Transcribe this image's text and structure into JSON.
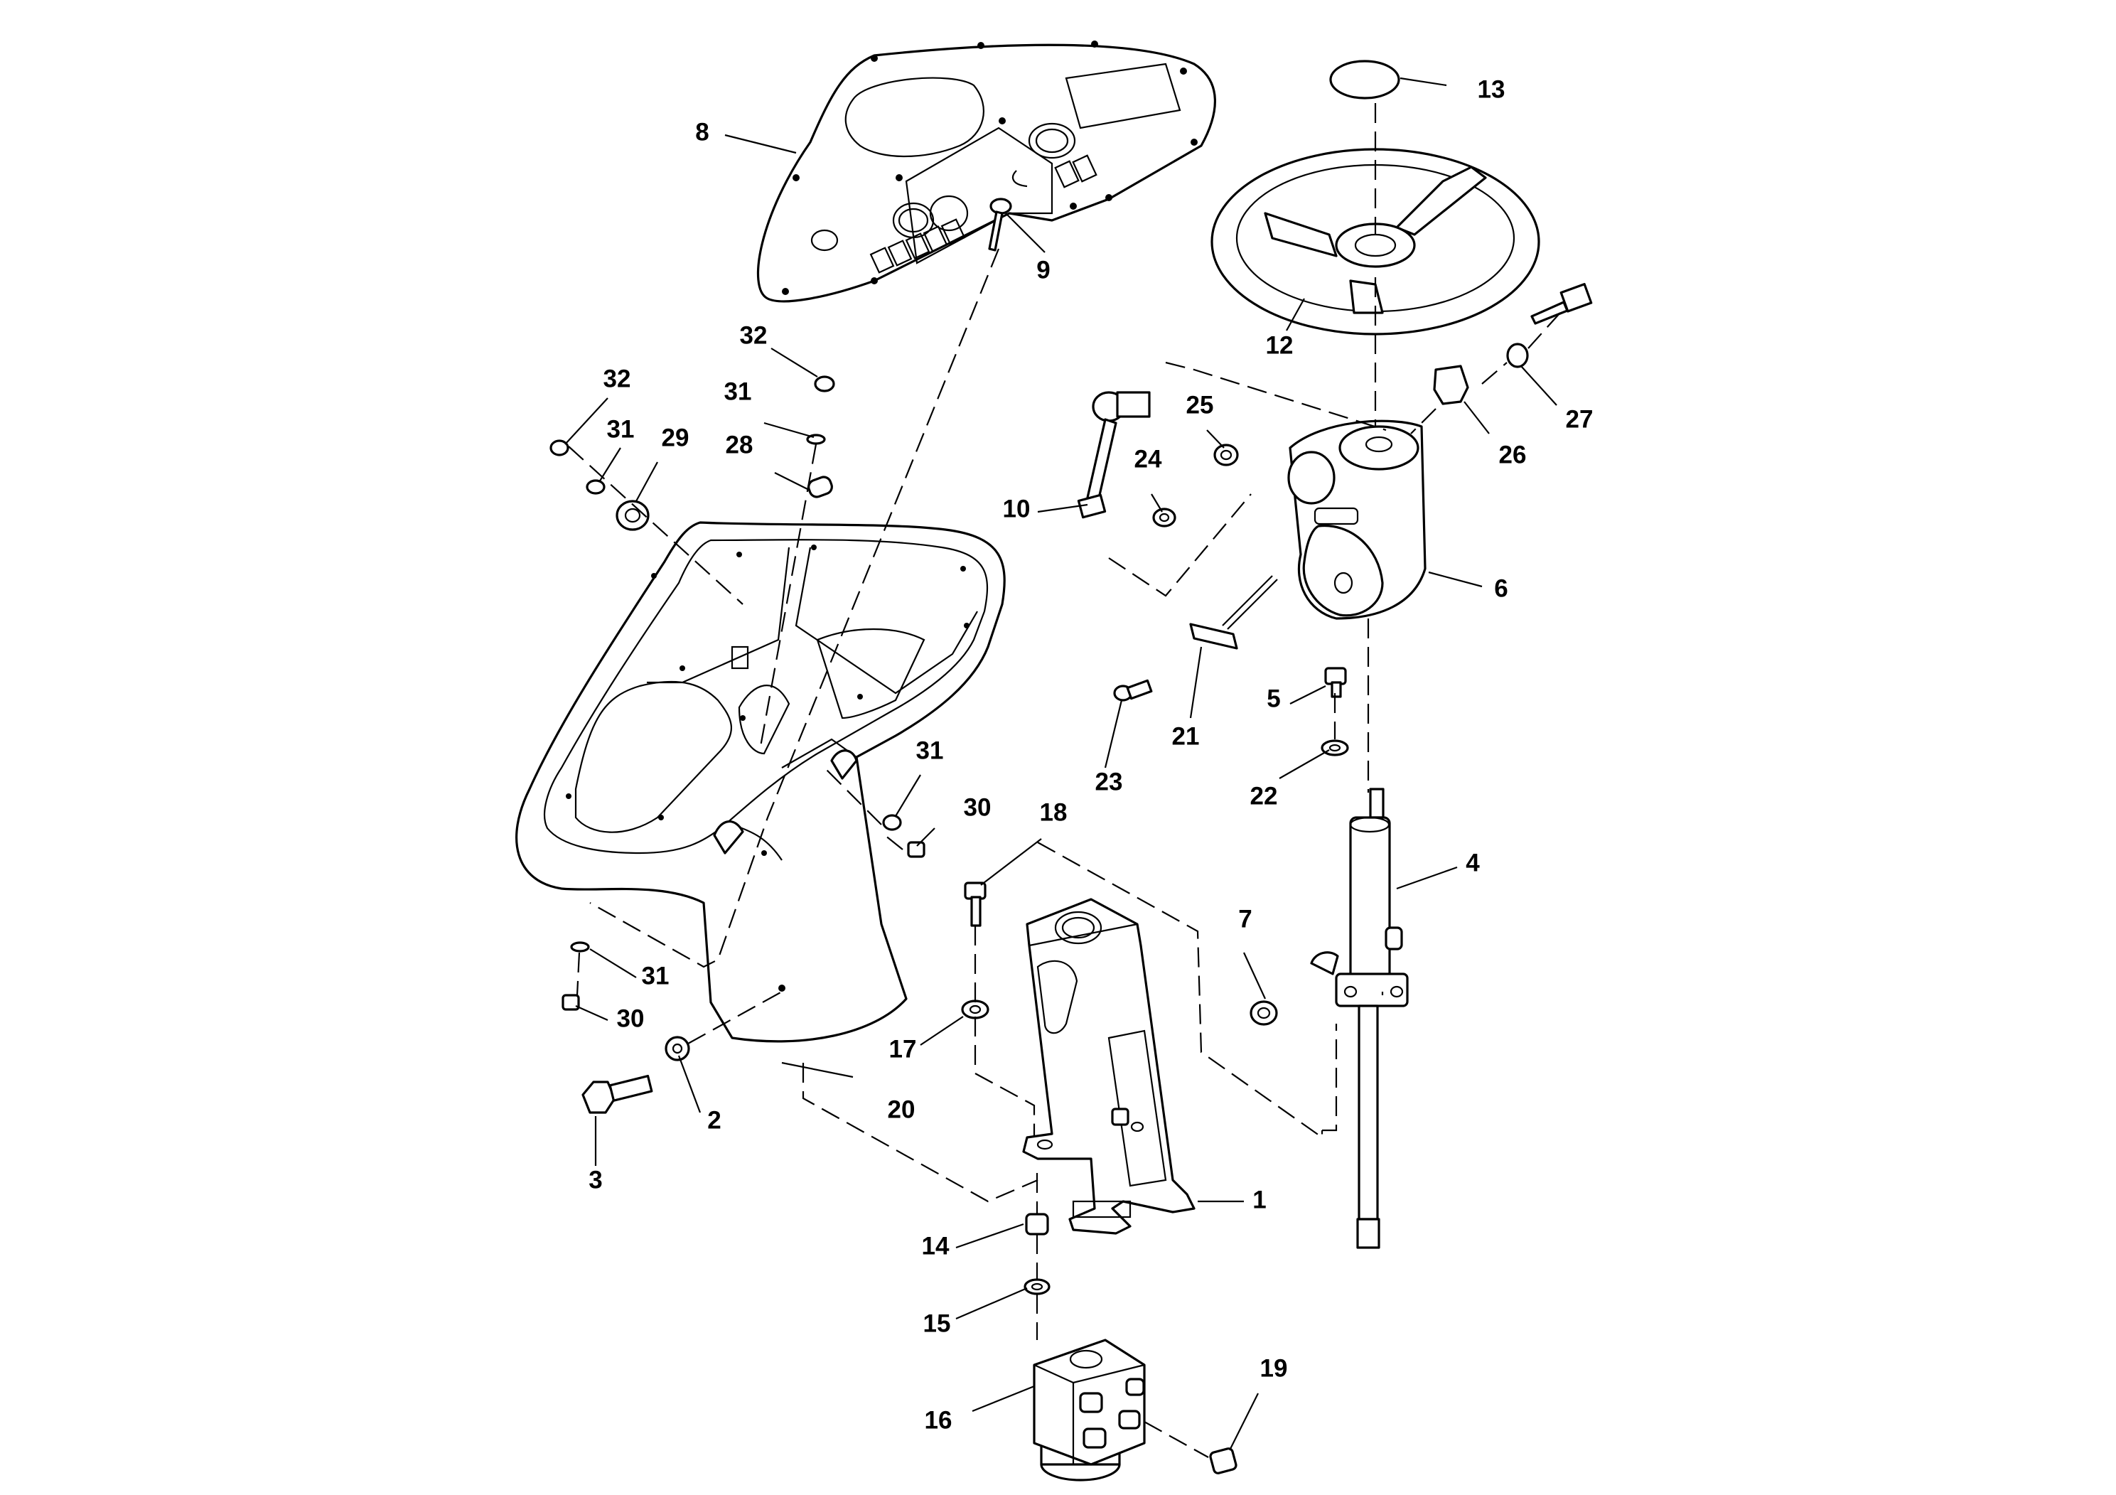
{
  "diagram": {
    "callouts": [
      {
        "id": "c1",
        "label": "1"
      },
      {
        "id": "c2",
        "label": "2"
      },
      {
        "id": "c3",
        "label": "3"
      },
      {
        "id": "c4",
        "label": "4"
      },
      {
        "id": "c5",
        "label": "5"
      },
      {
        "id": "c6",
        "label": "6"
      },
      {
        "id": "c7",
        "label": "7"
      },
      {
        "id": "c8",
        "label": "8"
      },
      {
        "id": "c9",
        "label": "9"
      },
      {
        "id": "c10",
        "label": "10"
      },
      {
        "id": "c12",
        "label": "12"
      },
      {
        "id": "c13",
        "label": "13"
      },
      {
        "id": "c14",
        "label": "14"
      },
      {
        "id": "c15",
        "label": "15"
      },
      {
        "id": "c16",
        "label": "16"
      },
      {
        "id": "c17",
        "label": "17"
      },
      {
        "id": "c18",
        "label": "18"
      },
      {
        "id": "c19",
        "label": "19"
      },
      {
        "id": "c20",
        "label": "20"
      },
      {
        "id": "c21",
        "label": "21"
      },
      {
        "id": "c22",
        "label": "22"
      },
      {
        "id": "c23",
        "label": "23"
      },
      {
        "id": "c24",
        "label": "24"
      },
      {
        "id": "c25",
        "label": "25"
      },
      {
        "id": "c26",
        "label": "26"
      },
      {
        "id": "c27",
        "label": "27"
      },
      {
        "id": "c28",
        "label": "28"
      },
      {
        "id": "c29",
        "label": "29"
      },
      {
        "id": "c30a",
        "label": "30"
      },
      {
        "id": "c30b",
        "label": "30"
      },
      {
        "id": "c31a",
        "label": "31"
      },
      {
        "id": "c31b",
        "label": "31"
      },
      {
        "id": "c31c",
        "label": "31"
      },
      {
        "id": "c31d",
        "label": "31"
      },
      {
        "id": "c32a",
        "label": "32"
      },
      {
        "id": "c32b",
        "label": "32"
      }
    ]
  }
}
